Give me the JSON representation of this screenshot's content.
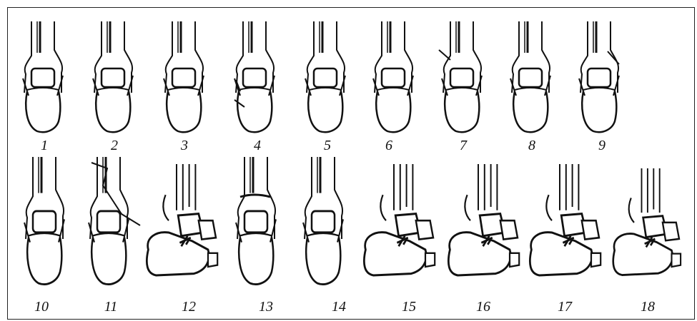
{
  "panels_row1": [
    "1",
    "2",
    "3",
    "4",
    "5",
    "6",
    "7",
    "8",
    "9"
  ],
  "panels_row2": [
    "10",
    "11",
    "12",
    "13",
    "14",
    "15",
    "16",
    "17",
    "18"
  ],
  "colors": {
    "ink": "#111111",
    "paper": "#ffffff",
    "border": "#222222"
  }
}
